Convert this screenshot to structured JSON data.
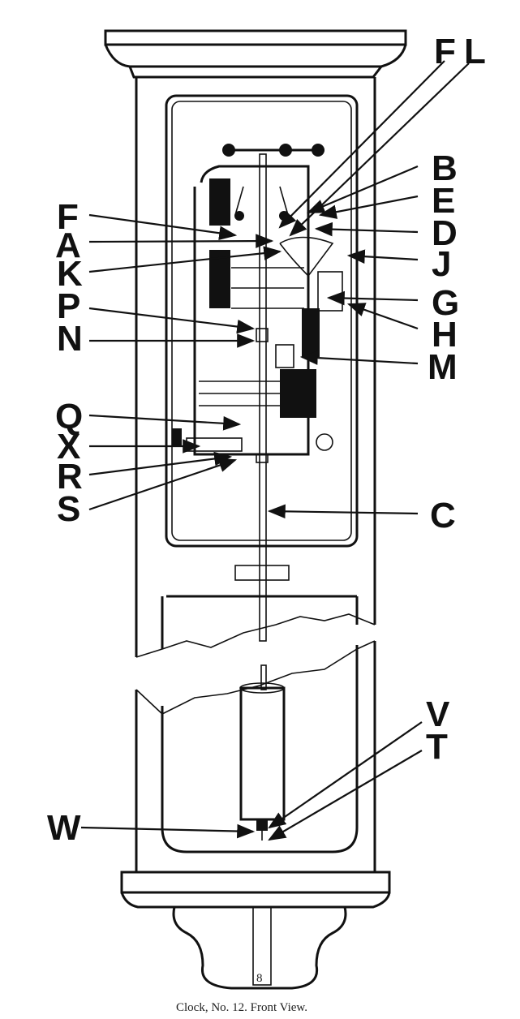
{
  "caption": "Clock, No. 12.  Front View.",
  "labels_right": [
    "F",
    "L",
    "B",
    "E",
    "D",
    "J",
    "G",
    "H",
    "M",
    "C",
    "V",
    "T"
  ],
  "labels_left": [
    "F",
    "A",
    "K",
    "P",
    "N",
    "Q",
    "X",
    "R",
    "S",
    "W"
  ],
  "base_mark": "8"
}
